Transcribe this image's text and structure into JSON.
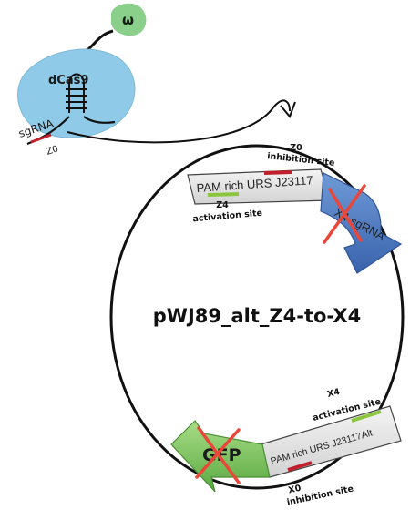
{
  "plasmid": {
    "name": "pWJ89_alt_Z4-to-X4"
  },
  "complex": {
    "protein_label": "dCas9",
    "effector_label": "ω",
    "guide_label": "sgRNA",
    "guide_target_label": "Z0"
  },
  "top_cassette": {
    "promoter_label": "PAM rich URS J23117",
    "gene_label": "X4 sgRNA",
    "inhibition_label_line1": "Z0",
    "inhibition_label_line2": "inhibition site",
    "activation_label_line1": "Z4",
    "activation_label_line2": "activation site"
  },
  "bottom_cassette": {
    "promoter_label": "PAM rich URS J23117Alt",
    "gene_label": "GFP",
    "activation_label_line1": "X4",
    "activation_label_line2": "activation site",
    "inhibition_label_line1": "X0",
    "inhibition_label_line2": "inhibition site"
  },
  "colors": {
    "dcas9_fill": "#8fcbe8",
    "effector_fill": "#8bd08a",
    "inhibition_site": "#c0202c",
    "activation_site": "#8cc63f",
    "sgrna_gene_fill": "#4a78c0",
    "gfp_gene_fill": "#7cc35a",
    "strike": "#e8473a",
    "promoter_fill": "#e6e6e6"
  }
}
